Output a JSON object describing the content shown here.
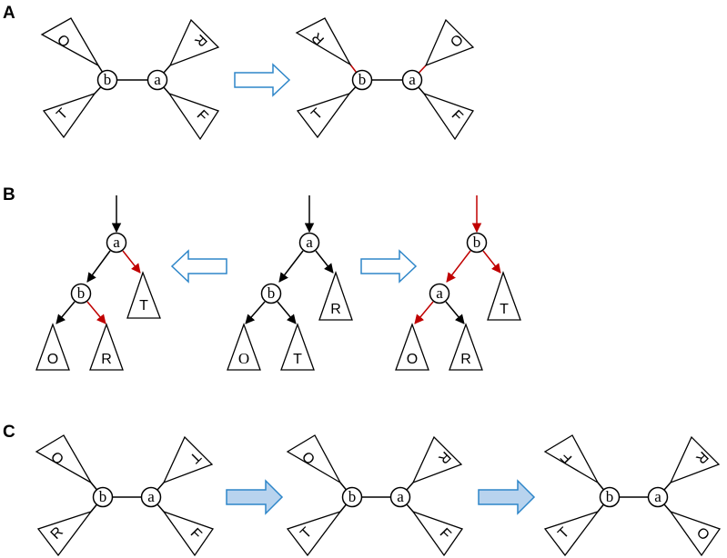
{
  "panels": {
    "A": "A",
    "B": "B",
    "C": "C"
  },
  "nodes": {
    "a": "a",
    "b": "b"
  },
  "subtrees": {
    "O": "O",
    "R": "R",
    "T": "T",
    "F": "F"
  },
  "colors": {
    "black": "#000000",
    "red": "#c00000",
    "arrow_outline": "#2e86c9",
    "arrow_fill": "#b8d3ee"
  }
}
